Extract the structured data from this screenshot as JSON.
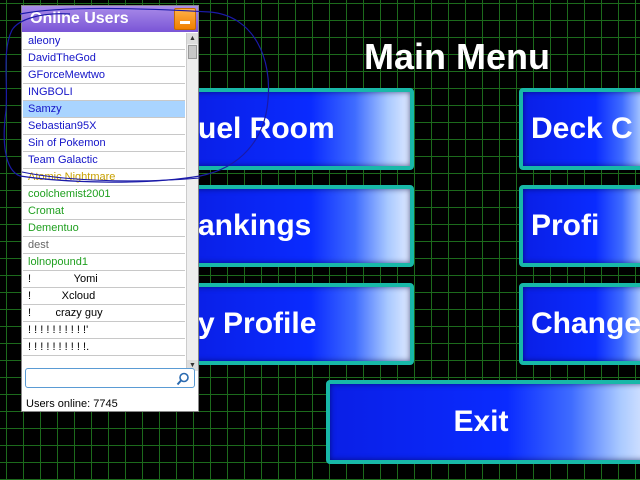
{
  "main_menu": {
    "title": "Main Menu",
    "buttons": {
      "duel_room": "uel Room",
      "rankings": "ankings",
      "my_profile": "y Profile",
      "deck": "Deck C",
      "profile": "Profi",
      "change": "Change",
      "exit": "Exit"
    }
  },
  "online_users": {
    "title": "Online Users",
    "users": [
      {
        "name": "aleony",
        "color": "blue"
      },
      {
        "name": "DavidTheGod",
        "color": "blue"
      },
      {
        "name": "GForceMewtwo",
        "color": "blue"
      },
      {
        "name": "INGBOLI",
        "color": "blue"
      },
      {
        "name": "Samzy",
        "color": "blue",
        "selected": true
      },
      {
        "name": "Sebastian95X",
        "color": "blue"
      },
      {
        "name": "Sin of Pokemon",
        "color": "blue"
      },
      {
        "name": "Team Galactic",
        "color": "blue"
      },
      {
        "name": "Atomic Nightmare",
        "color": "gold"
      },
      {
        "name": "coolchemist2001",
        "color": "green"
      },
      {
        "name": "Cromat",
        "color": "green"
      },
      {
        "name": "Dementuo",
        "color": "green"
      },
      {
        "name": "dest",
        "color": "gray"
      },
      {
        "name": "lolnopound1",
        "color": "green"
      },
      {
        "name": "!              Yomi",
        "color": "black"
      },
      {
        "name": "!          Xcloud",
        "color": "black"
      },
      {
        "name": "!        crazy guy",
        "color": "black"
      },
      {
        "name": "! ! ! ! ! ! ! ! ! !'",
        "color": "black"
      },
      {
        "name": "! ! ! ! ! ! ! ! ! !.",
        "color": "black"
      }
    ],
    "search_placeholder": "",
    "online_count": "Users online: 7745"
  },
  "colors": {
    "header": "#7a55d6",
    "minimize": "#f07f00",
    "button_blue": "#0a2bff",
    "button_border": "#18b8a8",
    "grid": "#1c6a1c"
  }
}
